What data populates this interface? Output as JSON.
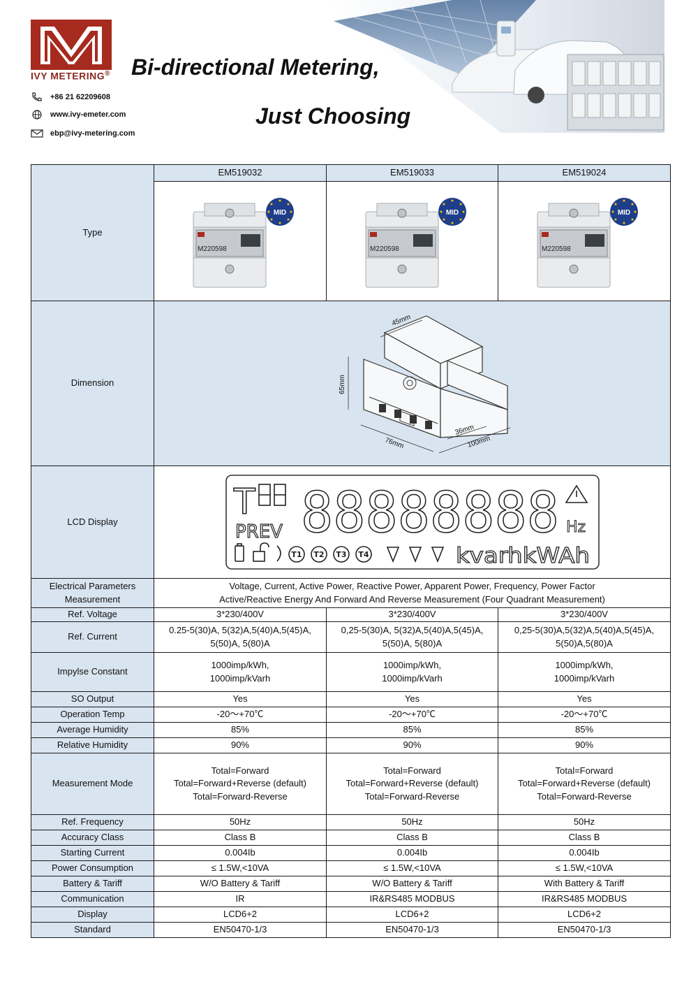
{
  "header": {
    "brand": "IVY METERING",
    "brand_mark": "®",
    "phone": "+86 21 62209608",
    "website": "www.ivy-emeter.com",
    "email": "ebp@ivy-metering.com",
    "title_line1": "Bi-directional Metering,",
    "title_line2": "Just Choosing"
  },
  "colors": {
    "brand_red": "#a62b1e",
    "label_fill": "#d8e4f0",
    "border": "#1a1a1a"
  },
  "models": [
    "EM519032",
    "EM519033",
    "EM519024"
  ],
  "meter_image": {
    "badge": "MID",
    "front_label": "M220598"
  },
  "dimension": {
    "width": "45mm",
    "height": "65mm",
    "depth": "76mm",
    "length": "100mm",
    "inner": "36mm"
  },
  "lcd": {
    "t_label": "T",
    "prev_label": "PREV",
    "digits": "88888888",
    "unit_hz": "Hz",
    "unit_energy": "kvarhkWAh",
    "tariffs": [
      "T1",
      "T2",
      "T3",
      "T4"
    ]
  },
  "labels": {
    "type": "Type",
    "dimension": "Dimension",
    "lcd": "LCD Display",
    "elec_params": [
      "Electrical Parameters",
      "Measurement"
    ]
  },
  "elec_params_value": [
    "Voltage, Current, Active Power, Reactive Power, Apparent Power, Frequency, Power Factor",
    "Active/Reactive Energy And Forward And Reverse Measurement (Four Quadrant Measurement)"
  ],
  "rows": [
    {
      "label": "Ref. Voltage",
      "values": [
        [
          "3*230/400V"
        ],
        [
          "3*230/400V"
        ],
        [
          "3*230/400V"
        ]
      ]
    },
    {
      "label": "Ref. Current",
      "values": [
        [
          "0.25-5(30)A, 5(32)A,5(40)A,5(45)A,",
          "5(50)A, 5(80)A"
        ],
        [
          "0,25-5(30)A, 5(32)A,5(40)A,5(45)A,",
          "5(50)A, 5(80)A"
        ],
        [
          "0,25-5(30)A,5(32)A,5(40)A,5(45)A,",
          "5(50)A,5(80)A"
        ]
      ]
    },
    {
      "label": "Impylse Constant",
      "values": [
        [
          "1000imp/kWh,",
          "1000imp/kVarh"
        ],
        [
          "1000imp/kWh,",
          "1000imp/kVarh"
        ],
        [
          "1000imp/kWh,",
          "1000imp/kVarh"
        ]
      ]
    },
    {
      "label": "SO Output",
      "values": [
        [
          "Yes"
        ],
        [
          "Yes"
        ],
        [
          "Yes"
        ]
      ]
    },
    {
      "label": "Operation Temp",
      "values": [
        [
          "-20～+70℃"
        ],
        [
          "-20～+70℃"
        ],
        [
          "-20～+70℃"
        ]
      ]
    },
    {
      "label": "Average Humidity",
      "values": [
        [
          "85%"
        ],
        [
          "85%"
        ],
        [
          "85%"
        ]
      ]
    },
    {
      "label": "Relative Humidity",
      "values": [
        [
          "90%"
        ],
        [
          "90%"
        ],
        [
          "90%"
        ]
      ]
    },
    {
      "label": "Measurement Mode",
      "values": [
        [
          "Total=Forward",
          "Total=Forward+Reverse (default)",
          "Total=Forward-Reverse"
        ],
        [
          "Total=Forward",
          "Total=Forward+Reverse (default)",
          "Total=Forward-Reverse"
        ],
        [
          "Total=Forward",
          "Total=Forward+Reverse (default)",
          "Total=Forward-Reverse"
        ]
      ]
    },
    {
      "label": "Ref. Frequency",
      "values": [
        [
          "50Hz"
        ],
        [
          "50Hz"
        ],
        [
          "50Hz"
        ]
      ]
    },
    {
      "label": "Accuracy Class",
      "values": [
        [
          "Class B"
        ],
        [
          "Class B"
        ],
        [
          "Class B"
        ]
      ]
    },
    {
      "label": "Starting Current",
      "values": [
        [
          "0.004Ib"
        ],
        [
          "0.004Ib"
        ],
        [
          "0.004Ib"
        ]
      ]
    },
    {
      "label": "Power Consumption",
      "values": [
        [
          "≤ 1.5W,<10VA"
        ],
        [
          "≤ 1.5W,<10VA"
        ],
        [
          "≤ 1.5W,<10VA"
        ]
      ]
    },
    {
      "label": "Battery & Tariff",
      "values": [
        [
          "W/O Battery & Tariff"
        ],
        [
          "W/O Battery & Tariff"
        ],
        [
          "With Battery & Tariff"
        ]
      ]
    },
    {
      "label": "Communication",
      "values": [
        [
          "IR"
        ],
        [
          "IR&RS485 MODBUS"
        ],
        [
          "IR&RS485 MODBUS"
        ]
      ]
    },
    {
      "label": "Display",
      "values": [
        [
          "LCD6+2"
        ],
        [
          "LCD6+2"
        ],
        [
          "LCD6+2"
        ]
      ]
    },
    {
      "label": "Standard",
      "values": [
        [
          "EN50470-1/3"
        ],
        [
          "EN50470-1/3"
        ],
        [
          "EN50470-1/3"
        ]
      ]
    }
  ]
}
